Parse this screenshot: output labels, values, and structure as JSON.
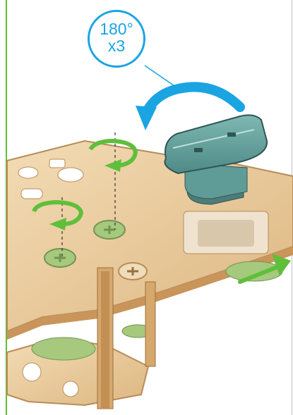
{
  "callout": {
    "angle": "180°",
    "repeat": "x3"
  },
  "colors": {
    "callout_blue": "#1aa4e2",
    "rotation_green": "#5fbf3a",
    "wood": "#e8c89a",
    "wood_dark": "#b88c58",
    "gear_green": "#a6c97e",
    "cap_teal": "#5f9c98"
  },
  "icons": [
    "rotate-arrow-blue",
    "rotate-arrow-green",
    "push-arrow-green"
  ]
}
